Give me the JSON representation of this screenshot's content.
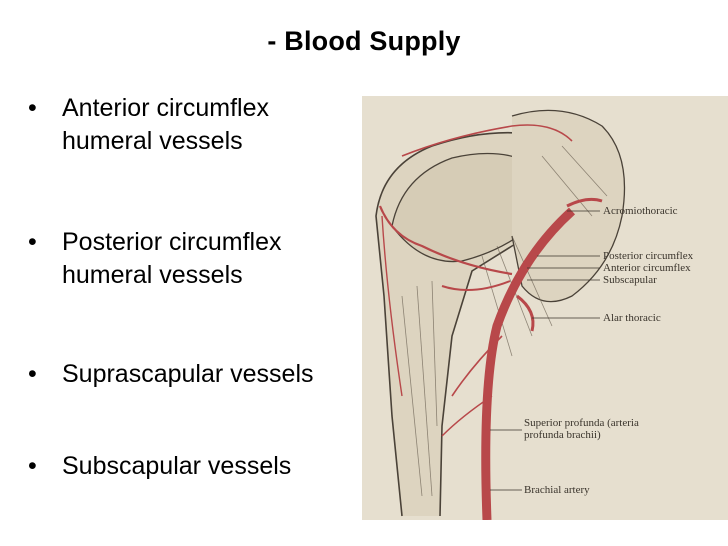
{
  "slide": {
    "title": "- Blood Supply",
    "bullets": [
      {
        "marker": "•",
        "lines": [
          "Anterior circumflex",
          "humeral vessels"
        ]
      },
      {
        "marker": "•",
        "lines": [
          "Posterior circumflex",
          "humeral vessels"
        ]
      },
      {
        "marker": "•",
        "lines": [
          "Suprascapular vessels"
        ]
      },
      {
        "marker": "•",
        "lines": [
          "Subscapular vessels"
        ]
      }
    ]
  },
  "figure": {
    "labels": {
      "acromiothoracic": "Acromiothoracic",
      "posterior_circumflex": "Posterior circumflex",
      "anterior_circumflex": "Anterior circumflex",
      "subscapular": "Subscapular",
      "alar_thoracic": "Alar thoracic",
      "superior_profunda_1": "Superior profunda (arteria",
      "superior_profunda_2": "profunda brachii)",
      "brachial_artery": "Brachial artery"
    },
    "colors": {
      "paper": "#e6dfcf",
      "artery": "#b8484a",
      "ink": "#4a4238"
    }
  }
}
